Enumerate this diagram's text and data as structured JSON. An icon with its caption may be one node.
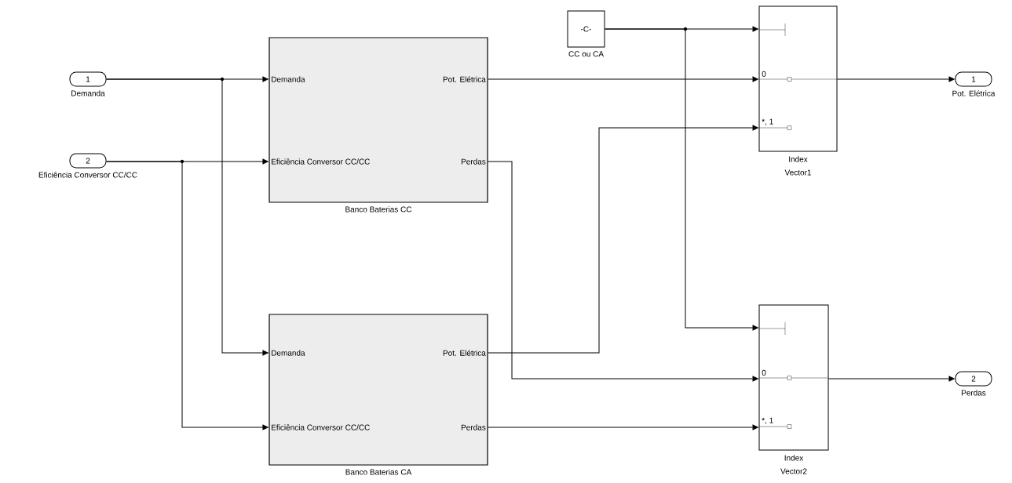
{
  "diagram": {
    "nodes": [
      {
        "text": [
          "1"
        ],
        "beside": [
          "Demanda"
        ]
      },
      {
        "text": [
          "2"
        ],
        "beside": [
          "Eficiência Conversor CC/CC"
        ]
      },
      {
        "text": [
          "Demanda",
          "Pot. Elétrica",
          "Eficiência Conversor CC/CC",
          "Perdas"
        ],
        "beside": [
          "Banco Baterias CC"
        ]
      },
      {
        "text": [
          "Demanda",
          "Pot. Elétrica",
          "Eficiência Conversor CC/CC",
          "Perdas"
        ],
        "beside": [
          "Banco Baterias CA"
        ]
      },
      {
        "text": [
          "-C-"
        ],
        "beside": [
          "CC ou CA"
        ]
      },
      {
        "text": [
          "0",
          "*, 1"
        ],
        "beside": [
          "Index Vector1"
        ]
      },
      {
        "text": [
          "0",
          "*, 1"
        ],
        "beside": [
          "Index Vector2"
        ]
      },
      {
        "text": [
          "1"
        ],
        "beside": [
          "Pot. Elétrica"
        ]
      },
      {
        "text": [
          "2"
        ],
        "beside": [
          "Perdas"
        ]
      }
    ],
    "edges": [
      {
        "from": 0,
        "to": 2,
        "arrow": "to"
      },
      {
        "from": 0,
        "to": 3,
        "arrow": "to"
      },
      {
        "from": 1,
        "to": 2,
        "arrow": "to"
      },
      {
        "from": 1,
        "to": 3,
        "arrow": "to"
      },
      {
        "from": 2,
        "to": 5,
        "arrow": "to"
      },
      {
        "from": 3,
        "to": 5,
        "arrow": "to"
      },
      {
        "from": 2,
        "to": 6,
        "arrow": "to"
      },
      {
        "from": 3,
        "to": 6,
        "arrow": "to"
      },
      {
        "from": 4,
        "to": 5,
        "arrow": "to"
      },
      {
        "from": 4,
        "to": 6,
        "arrow": "to"
      },
      {
        "from": 5,
        "to": 7,
        "arrow": "to"
      },
      {
        "from": 6,
        "to": 8,
        "arrow": "to"
      }
    ]
  }
}
